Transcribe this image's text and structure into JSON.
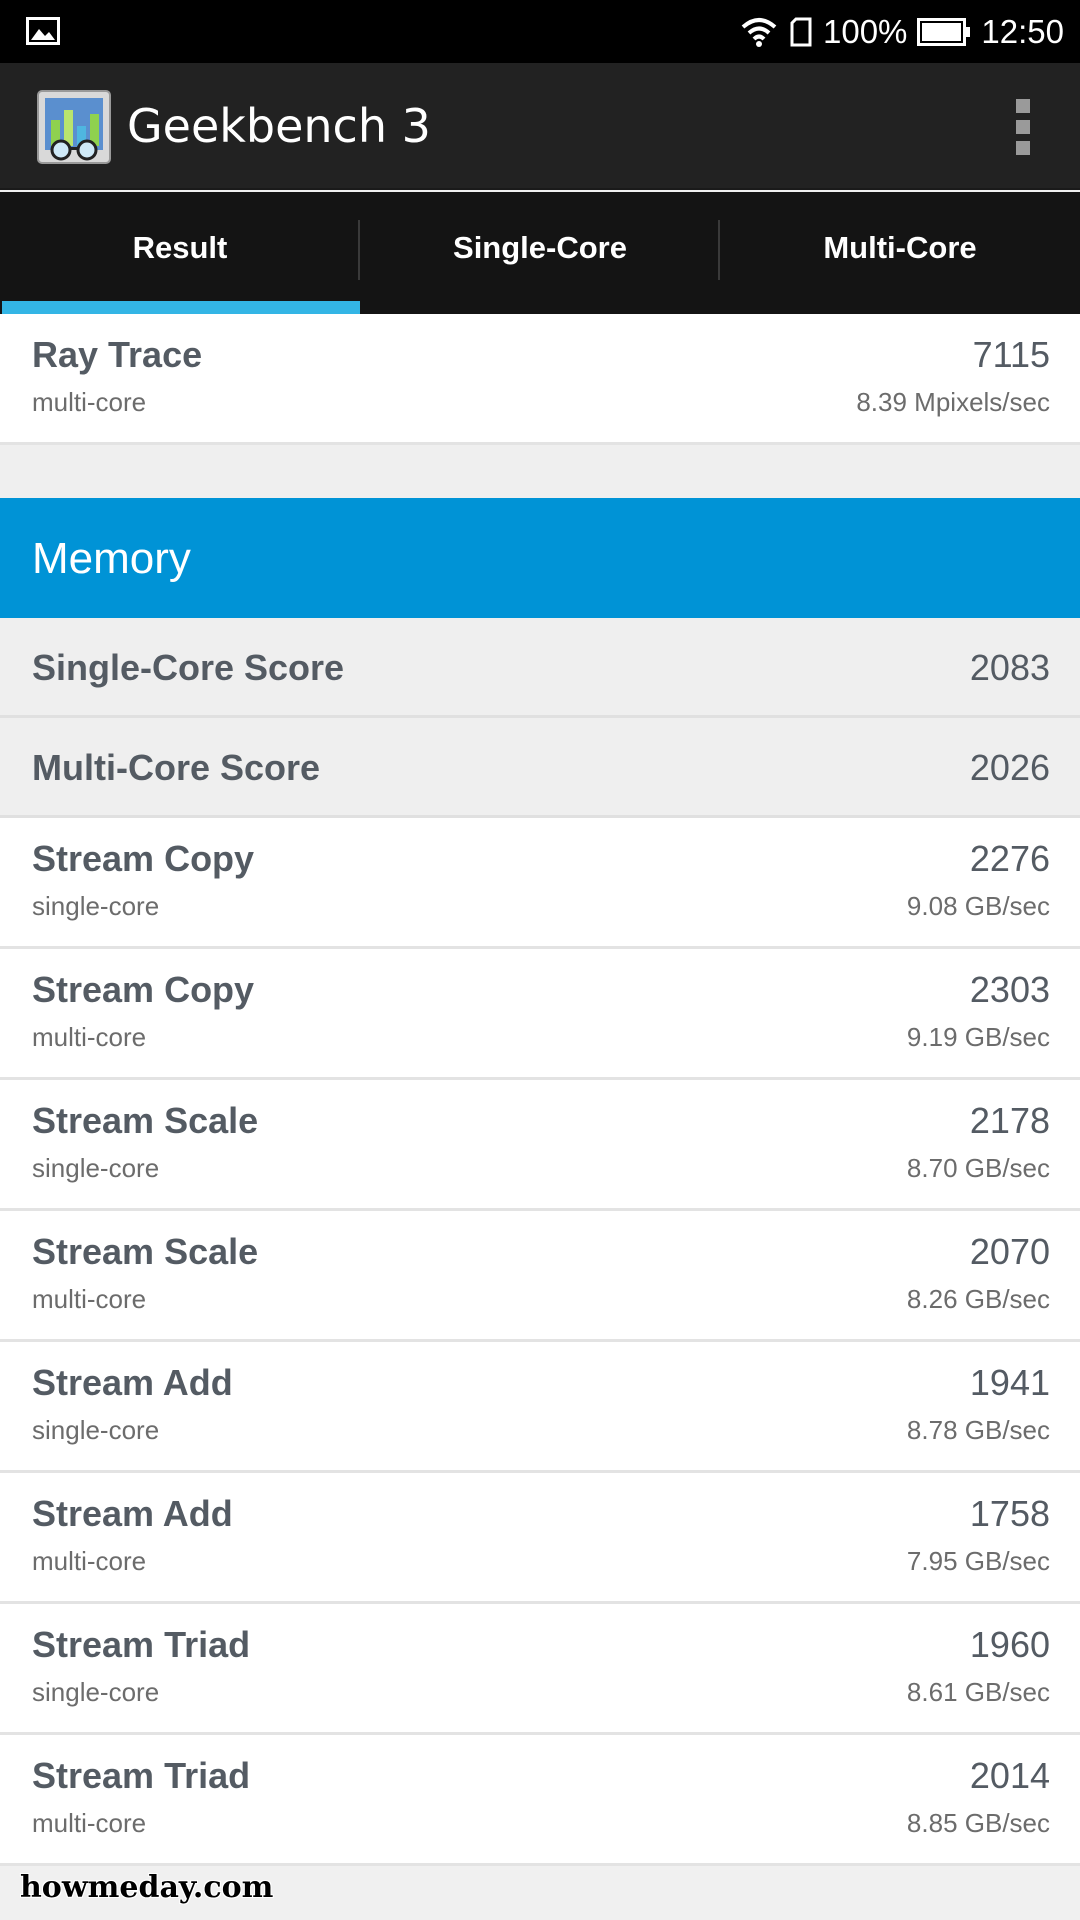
{
  "status_bar": {
    "battery_percent": "100%",
    "time": "12:50",
    "icons": [
      "image-notification-icon",
      "wifi-icon",
      "sim-card-icon",
      "battery-icon"
    ]
  },
  "action_bar": {
    "title": "Geekbench 3",
    "app_icon": "geekbench-app-icon",
    "overflow_icon": "overflow-menu-icon"
  },
  "tabs": [
    {
      "label": "Result",
      "selected": true
    },
    {
      "label": "Single-Core",
      "selected": false
    },
    {
      "label": "Multi-Core",
      "selected": false
    }
  ],
  "colors": {
    "accent": "#33b5e5",
    "section_header": "#0093d6",
    "text_primary": "#545b63"
  },
  "top_row": {
    "name": "Ray Trace",
    "sub": "multi-core",
    "value": "7115",
    "rate": "8.39 Mpixels/sec"
  },
  "section": {
    "title": "Memory"
  },
  "scores": [
    {
      "name": "Single-Core Score",
      "value": "2083"
    },
    {
      "name": "Multi-Core Score",
      "value": "2026"
    }
  ],
  "rows": [
    {
      "name": "Stream Copy",
      "sub": "single-core",
      "value": "2276",
      "rate": "9.08 GB/sec"
    },
    {
      "name": "Stream Copy",
      "sub": "multi-core",
      "value": "2303",
      "rate": "9.19 GB/sec"
    },
    {
      "name": "Stream Scale",
      "sub": "single-core",
      "value": "2178",
      "rate": "8.70 GB/sec"
    },
    {
      "name": "Stream Scale",
      "sub": "multi-core",
      "value": "2070",
      "rate": "8.26 GB/sec"
    },
    {
      "name": "Stream Add",
      "sub": "single-core",
      "value": "1941",
      "rate": "8.78 GB/sec"
    },
    {
      "name": "Stream Add",
      "sub": "multi-core",
      "value": "1758",
      "rate": "7.95 GB/sec"
    },
    {
      "name": "Stream Triad",
      "sub": "single-core",
      "value": "1960",
      "rate": "8.61 GB/sec"
    },
    {
      "name": "Stream Triad",
      "sub": "multi-core",
      "value": "2014",
      "rate": "8.85 GB/sec"
    }
  ],
  "watermark": "howmeday.com"
}
